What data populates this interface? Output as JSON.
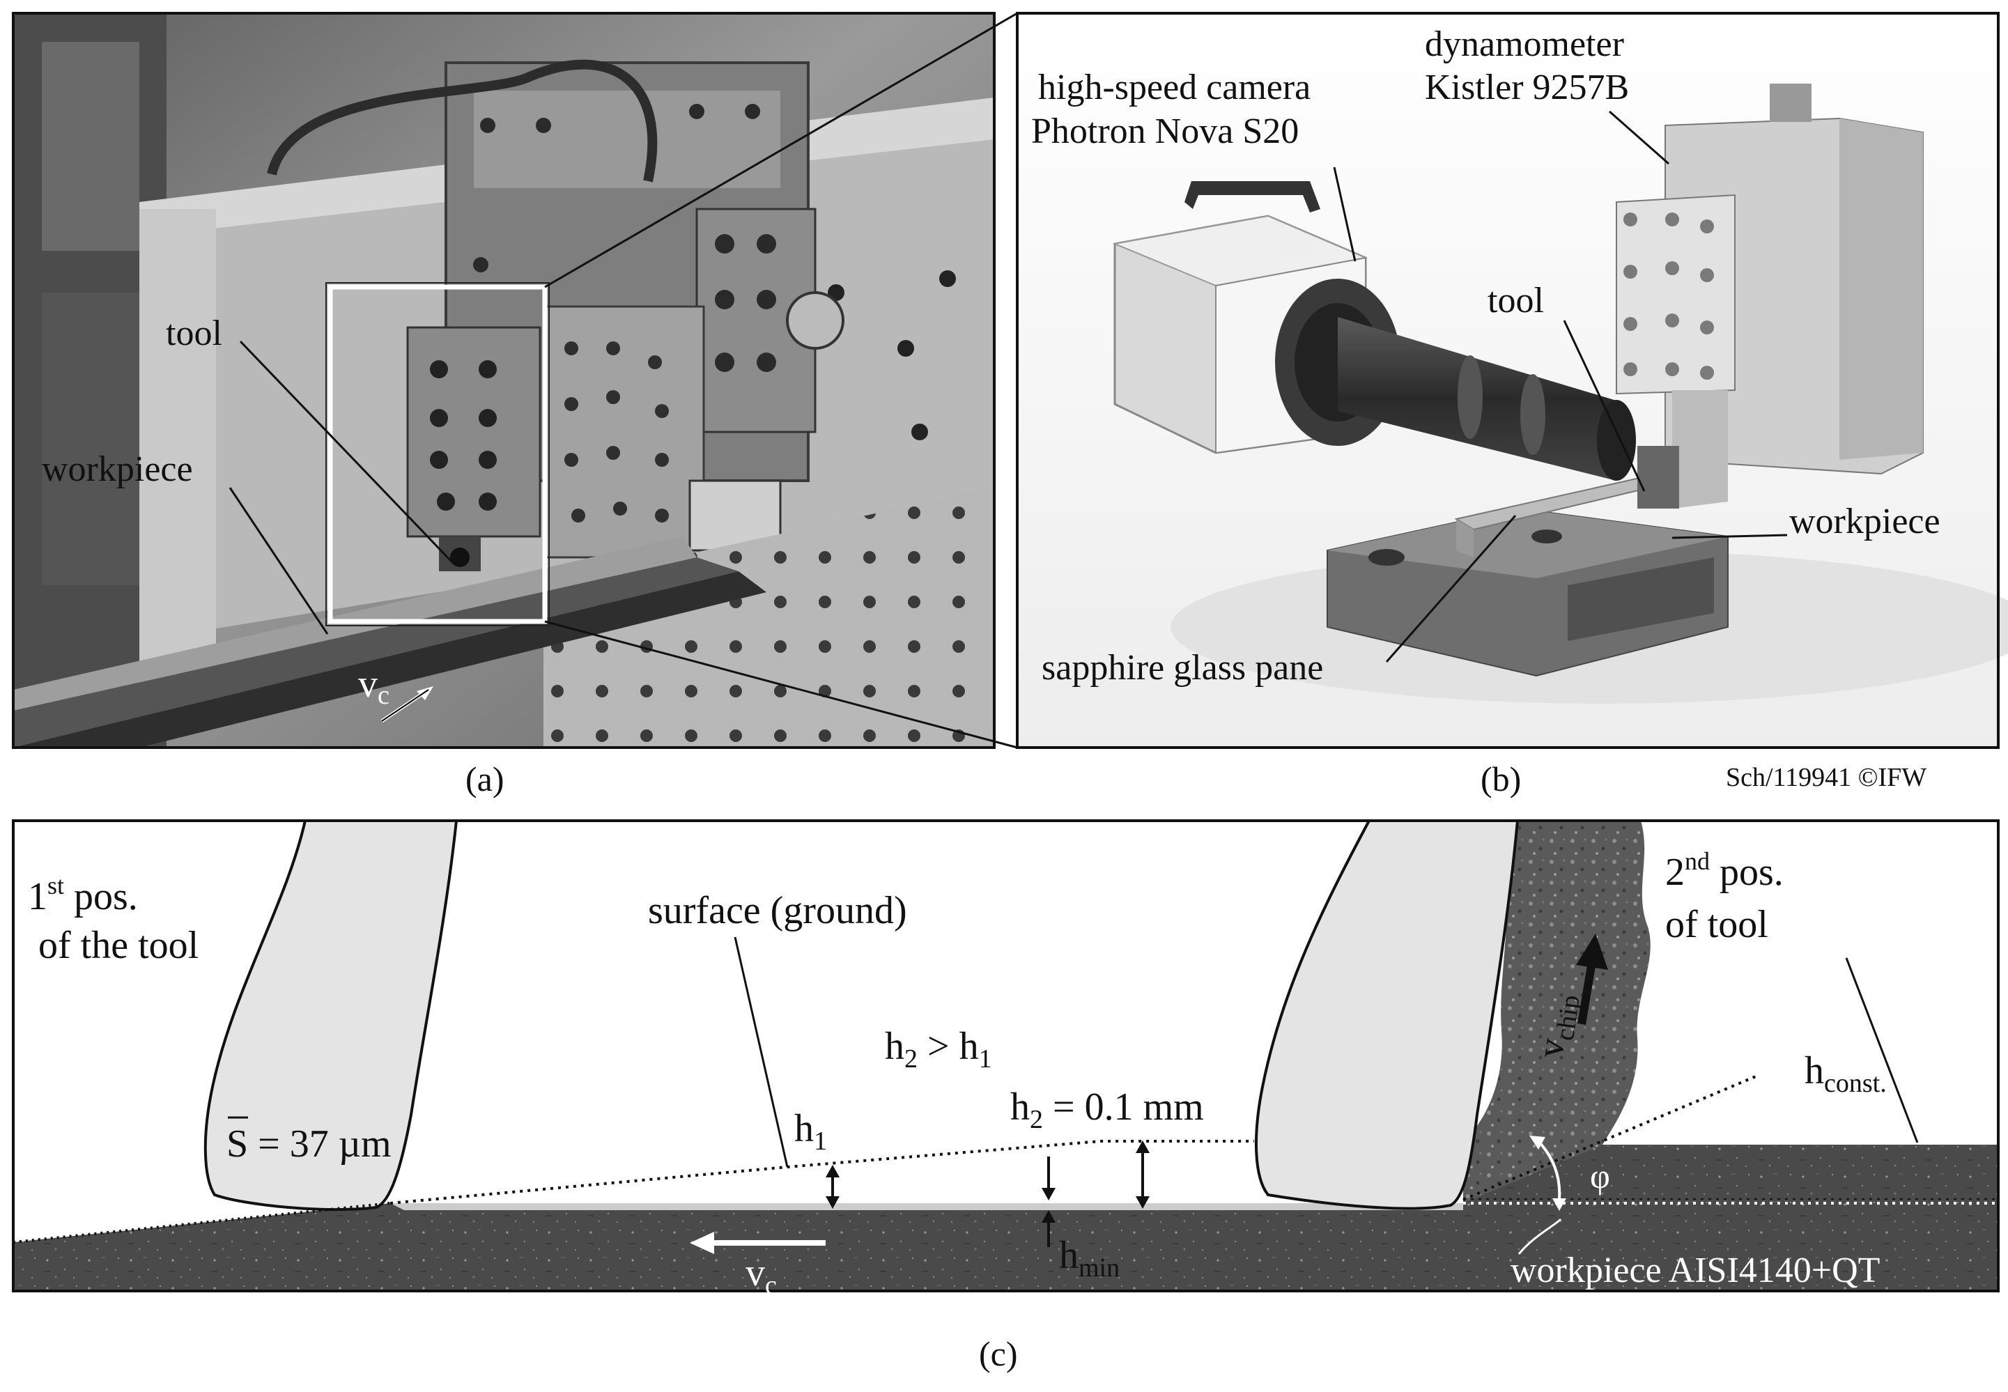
{
  "panel_a": {
    "caption": "(a)",
    "labels": {
      "tool": "tool",
      "workpiece": "workpiece",
      "vc_main": "v",
      "vc_sub": "c"
    }
  },
  "panel_b": {
    "caption": "(b)",
    "camera_line1": "high-speed camera",
    "camera_line2": "Photron Nova S20",
    "dyn_line1": "dynamometer",
    "dyn_line2": "Kistler 9257B",
    "tool": "tool",
    "workpiece": "workpiece",
    "glass": "sapphire glass pane",
    "brand": "Photron"
  },
  "credit": "Sch/119941 ©IFW",
  "panel_c": {
    "caption": "(c)",
    "pos1_num": "1",
    "pos1_sup": "st",
    "pos1_rest": " pos.",
    "pos1_line2": "of the tool",
    "pos2_num": "2",
    "pos2_sup": "nd",
    "pos2_rest": " pos.",
    "pos2_line2": "of tool",
    "surface": "surface (ground)",
    "h_compare": {
      "a": "h",
      "a_sub": "2",
      "op": " > h",
      "b_sub": "1"
    },
    "h2_value": {
      "main": "h",
      "sub": "2",
      "rest": " = 0.1 mm"
    },
    "h1": {
      "main": "h",
      "sub": "1"
    },
    "hmin": {
      "main": "h",
      "sub": "min"
    },
    "hconst": {
      "main": "h",
      "sub": "const."
    },
    "s_value": {
      "sym": "S",
      "rest": " = 37 µm"
    },
    "vchip": {
      "main": "v",
      "sub": "chip"
    },
    "vc": {
      "main": "v",
      "sub": "c"
    },
    "phi": "φ",
    "workpiece": "workpiece AISI4140+QT"
  },
  "colors": {
    "workpiece_dark": "#4a4a4a",
    "tool_fill": "#e4e4e4",
    "photo_grey": "#8a8a8a",
    "render_bg": "#f2f2f2"
  }
}
